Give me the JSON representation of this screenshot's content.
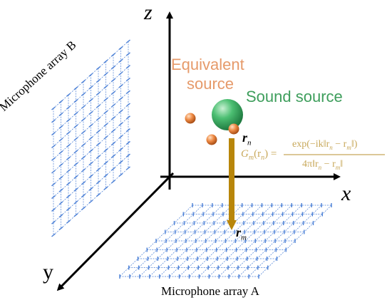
{
  "axes": {
    "x": "x",
    "y": "y",
    "z": "z"
  },
  "labels": {
    "mic_array_a": "Microphone array A",
    "mic_array_b": "Microphone array B",
    "equivalent_source_line1": "Equivalent",
    "equivalent_source_line2": "source",
    "sound_source": "Sound source",
    "r_n": "r",
    "r_n_sub": "n",
    "r_m": "r",
    "r_m_sub": "m"
  },
  "formula": {
    "lhs": "G",
    "lhs_sub": "m",
    "lhs_arg": "(r",
    "lhs_arg_sub": "n",
    "lhs_close": ") =",
    "numerator": "exp(−ik‖r",
    "numerator_sub_n": "n",
    "numerator_mid": " − r",
    "numerator_sub_m": "m",
    "numerator_end": "‖)",
    "denominator": "4π‖r",
    "denominator_sub_n": "n",
    "denominator_mid": " − r",
    "denominator_sub_m": "m",
    "denominator_end": "‖"
  },
  "colors": {
    "axis": "#000000",
    "grid": "#4a7fd6",
    "arrow": "#b8860b",
    "equivalent_source": "#e07a3a",
    "sound_source": "#3aa860",
    "formula": "#c8a85a"
  }
}
